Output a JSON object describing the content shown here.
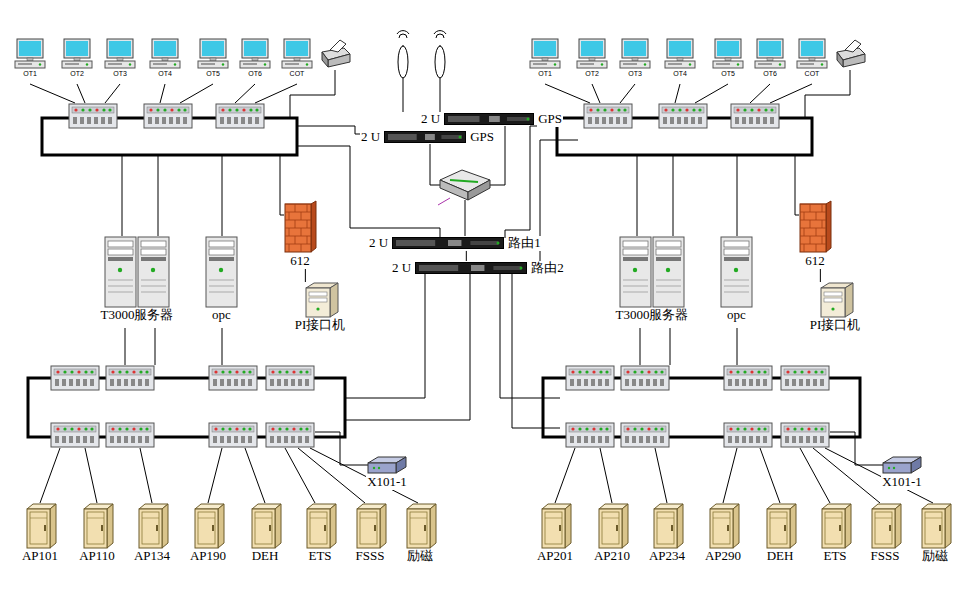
{
  "diagram": {
    "nodes": [
      {
        "text": [
          "OT1"
        ]
      },
      {
        "text": [
          "OT2"
        ]
      },
      {
        "text": [
          "OT3"
        ]
      },
      {
        "text": [
          "OT4"
        ]
      },
      {
        "text": [
          "OT5"
        ]
      },
      {
        "text": [
          "OT6"
        ]
      },
      {
        "text": [
          "COT"
        ]
      },
      {
        "text": [
          "2 U",
          "GPS"
        ]
      },
      {
        "text": [
          "2 U",
          "GPS"
        ]
      },
      {
        "text": [
          "2 U",
          "路由1"
        ]
      },
      {
        "text": [
          "2 U",
          "路由2"
        ]
      },
      {
        "text": [
          "OT1"
        ]
      },
      {
        "text": [
          "OT2"
        ]
      },
      {
        "text": [
          "OT3"
        ]
      },
      {
        "text": [
          "OT4"
        ]
      },
      {
        "text": [
          "OT5"
        ]
      },
      {
        "text": [
          "OT6"
        ]
      },
      {
        "text": [
          "COT"
        ]
      },
      {
        "text": [
          "T3000服务器"
        ]
      },
      {
        "text": [
          "opc"
        ]
      },
      {
        "text": [
          "612"
        ]
      },
      {
        "text": [
          "PI接口机"
        ]
      },
      {
        "text": [
          "T3000服务器"
        ]
      },
      {
        "text": [
          "opc"
        ]
      },
      {
        "text": [
          "612"
        ]
      },
      {
        "text": [
          "PI接口机"
        ]
      },
      {
        "text": [
          "X101-1"
        ]
      },
      {
        "text": [
          "X101-1"
        ]
      },
      {
        "text": [
          "AP101"
        ]
      },
      {
        "text": [
          "AP110"
        ]
      },
      {
        "text": [
          "AP134"
        ]
      },
      {
        "text": [
          "AP190"
        ]
      },
      {
        "text": [
          "DEH"
        ]
      },
      {
        "text": [
          "ETS"
        ]
      },
      {
        "text": [
          "FSSS"
        ]
      },
      {
        "text": [
          "励磁"
        ]
      },
      {
        "text": [
          "AP201"
        ]
      },
      {
        "text": [
          "AP210"
        ]
      },
      {
        "text": [
          "AP234"
        ]
      },
      {
        "text": [
          "AP290"
        ]
      },
      {
        "text": [
          "DEH"
        ]
      },
      {
        "text": [
          "ETS"
        ]
      },
      {
        "text": [
          "FSSS"
        ]
      },
      {
        "text": [
          "励磁"
        ]
      }
    ],
    "edges": [
      {
        "from": 20,
        "to": 21,
        "arrow": "none"
      },
      {
        "from": 24,
        "to": 25,
        "arrow": "none"
      },
      {
        "from": 9,
        "to": 10,
        "arrow": "none"
      }
    ]
  }
}
